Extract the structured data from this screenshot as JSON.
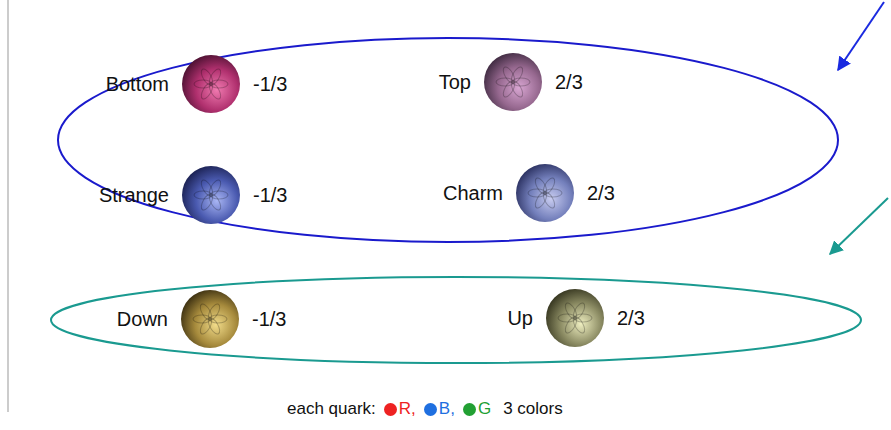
{
  "diagram": {
    "nodes": [
      {
        "text": []
      },
      {
        "text": [
          "Bottom",
          "-1/3"
        ],
        "in": 0
      },
      {
        "text": [
          "Top",
          "2/3"
        ],
        "in": 0
      },
      {
        "text": [
          "Strange",
          "-1/3"
        ],
        "in": 0
      },
      {
        "text": [
          "Charm",
          "2/3"
        ],
        "in": 0
      },
      {
        "text": []
      },
      {
        "text": [
          "Down",
          "-1/3"
        ],
        "in": 5
      },
      {
        "text": [
          "Up",
          "2/3"
        ],
        "in": 5
      }
    ],
    "labels": [
      "each quark:",
      "3 colors"
    ],
    "legend": [
      {
        "text": "R,",
        "color": "#ee2222"
      },
      {
        "text": "B,",
        "color": "#1f6fe0"
      },
      {
        "text": "G",
        "color": "#22a033"
      }
    ]
  }
}
